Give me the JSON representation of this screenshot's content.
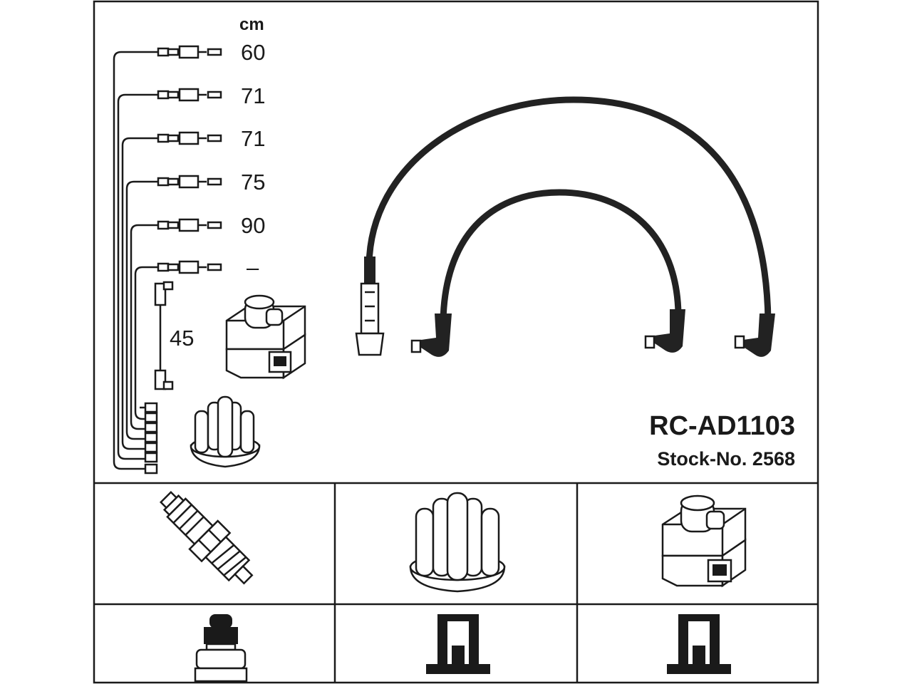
{
  "diagram": {
    "unit_label": "cm",
    "cable_lengths": [
      "60",
      "71",
      "71",
      "75",
      "90",
      "–"
    ],
    "coil_lead_length": "45",
    "part_number": "RC-AD1103",
    "stock_number": "Stock-No. 2568"
  },
  "compatible_parts": {
    "top_row": [
      "spark-plug-icon",
      "distributor-cap-icon",
      "ignition-coil-icon"
    ],
    "bottom_row": [
      "plug-terminal-icon",
      "cap-terminal-icon",
      "coil-terminal-icon"
    ]
  },
  "colors": {
    "line": "#1a1a1a",
    "background": "#ffffff"
  }
}
